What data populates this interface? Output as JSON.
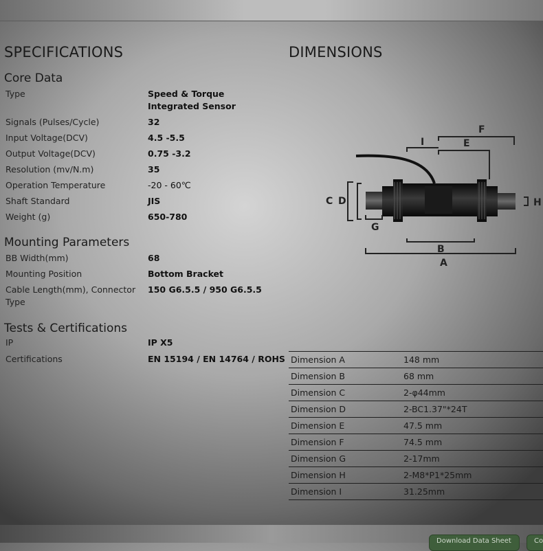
{
  "specifications": {
    "title": "SPECIFICATIONS",
    "groups": [
      {
        "title": "Core Data",
        "rows": [
          {
            "label": "Type",
            "value": "Speed & Torque Integrated Sensor"
          },
          {
            "label": "Signals (Pulses/Cycle)",
            "value": "32"
          },
          {
            "label": "Input Voltage(DCV)",
            "value": "4.5 -5.5"
          },
          {
            "label": "Output Voltage(DCV)",
            "value": "0.75 -3.2"
          },
          {
            "label": "Resolution (mv/N.m)",
            "value": "35"
          },
          {
            "label": "Operation Temperature",
            "value": "-20 - 60℃"
          },
          {
            "label": "Shaft Standard",
            "value": "JIS"
          },
          {
            "label": "Weight (g)",
            "value": "650-780"
          }
        ]
      },
      {
        "title": "Mounting Parameters",
        "rows": [
          {
            "label": "BB Width(mm)",
            "value": "68"
          },
          {
            "label": "Mounting Position",
            "value": "Bottom Bracket"
          },
          {
            "label": "Cable Length(mm), Connector Type",
            "value": "150 G6.5.5 / 950 G6.5.5"
          }
        ]
      },
      {
        "title": "Tests & Certifications",
        "rows": [
          {
            "label": "IP",
            "value": "IP X5"
          },
          {
            "label": "Certifications",
            "value": "EN 15194 / EN 14764 / ROHS"
          }
        ]
      }
    ]
  },
  "dimensions": {
    "title": "DIMENSIONS",
    "diagram_labels": {
      "A": "A",
      "B": "B",
      "C": "C",
      "D": "D",
      "E": "E",
      "F": "F",
      "G": "G",
      "H": "H",
      "I": "I"
    },
    "rows": [
      {
        "label": "Dimension A",
        "value": "148 mm"
      },
      {
        "label": "Dimension B",
        "value": "68 mm"
      },
      {
        "label": "Dimension C",
        "value": "2-φ44mm"
      },
      {
        "label": "Dimension D",
        "value": "2-BC1.37\"*24T"
      },
      {
        "label": "Dimension E",
        "value": "47.5 mm"
      },
      {
        "label": "Dimension F",
        "value": "74.5 mm"
      },
      {
        "label": "Dimension G",
        "value": "2-17mm"
      },
      {
        "label": "Dimension H",
        "value": "2-M8*P1*25mm"
      },
      {
        "label": "Dimension I",
        "value": "31.25mm"
      }
    ]
  },
  "bottom_buttons": [
    {
      "label": "Download Data Sheet"
    },
    {
      "label": "Contact"
    }
  ]
}
